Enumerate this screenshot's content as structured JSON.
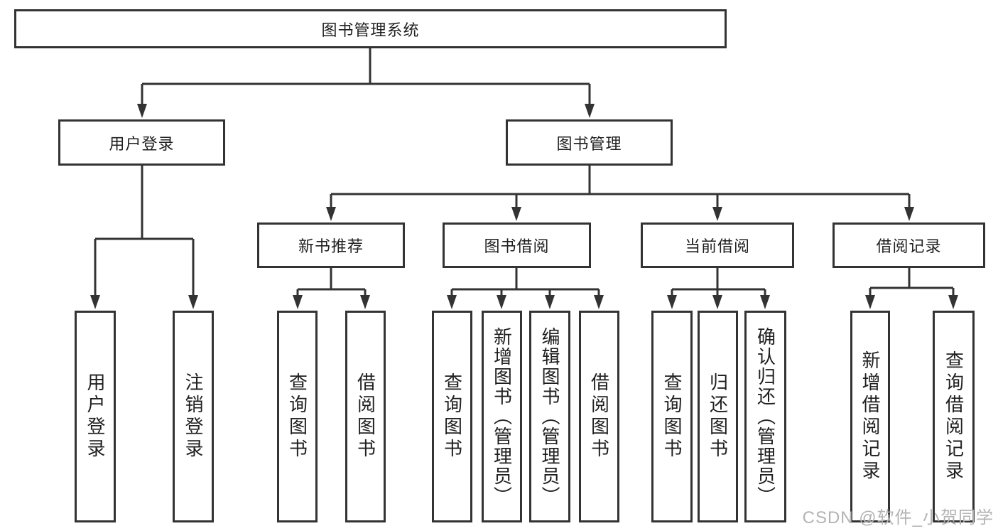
{
  "tree": {
    "root": {
      "label": "图书管理系统"
    },
    "branches": [
      {
        "label": "用户登录",
        "leaves": [
          {
            "label": "用户登录"
          },
          {
            "label": "注销登录"
          }
        ]
      },
      {
        "label": "图书管理",
        "groups": [
          {
            "label": "新书推荐",
            "leaves": [
              {
                "label": "查询图书"
              },
              {
                "label": "借阅图书"
              }
            ]
          },
          {
            "label": "图书借阅",
            "leaves": [
              {
                "label": "查询图书"
              },
              {
                "label": "新增图书（管理员）"
              },
              {
                "label": "编辑图书（管理员）"
              },
              {
                "label": "借阅图书"
              }
            ]
          },
          {
            "label": "当前借阅",
            "leaves": [
              {
                "label": "查询图书"
              },
              {
                "label": "归还图书"
              },
              {
                "label": "确认归还（管理员）"
              }
            ]
          },
          {
            "label": "借阅记录",
            "leaves": [
              {
                "label": "新增借阅记录"
              },
              {
                "label": "查询借阅记录"
              }
            ]
          }
        ]
      }
    ]
  },
  "watermark": {
    "text": "CSDN @软件_小贺同学"
  },
  "colors": {
    "line": "#333333",
    "box_border": "#333333",
    "text": "#1f1f1f",
    "watermark": "#b3b3b3",
    "background": "#ffffff"
  }
}
